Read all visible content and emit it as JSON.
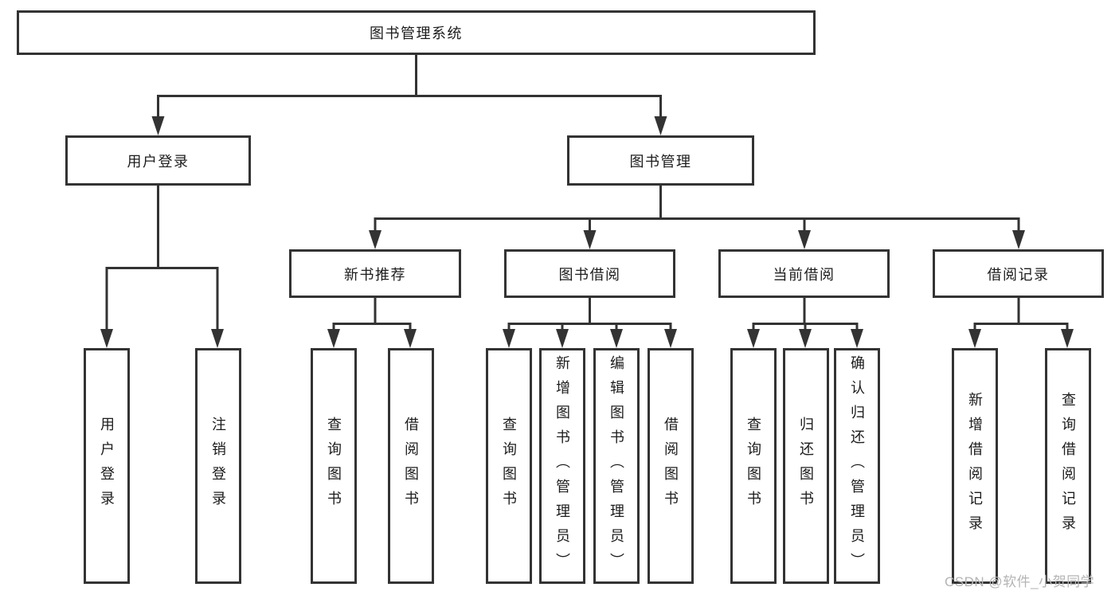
{
  "diagram": {
    "root": {
      "label": "图书管理系统"
    },
    "level2": [
      {
        "label": "用户登录"
      },
      {
        "label": "图书管理"
      }
    ],
    "level3": [
      {
        "label": "新书推荐"
      },
      {
        "label": "图书借阅"
      },
      {
        "label": "当前借阅"
      },
      {
        "label": "借阅记录"
      }
    ],
    "leaves": {
      "user_login": [
        "用户登录",
        "注销登录"
      ],
      "new_book": [
        "查询图书",
        "借阅图书"
      ],
      "book_borrow": [
        "查询图书",
        "新增图书（管理员）",
        "编辑图书（管理员）",
        "借阅图书"
      ],
      "current_borrow": [
        "查询图书",
        "归还图书",
        "确认归还（管理员）"
      ],
      "borrow_record": [
        "新增借阅记录",
        "查询借阅记录"
      ]
    },
    "watermark": "CSDN @软件_小贺同学",
    "colors": {
      "border": "#333333",
      "text": "#1c1c1c",
      "watermark": "#b4b4b4",
      "background": "#ffffff"
    }
  }
}
